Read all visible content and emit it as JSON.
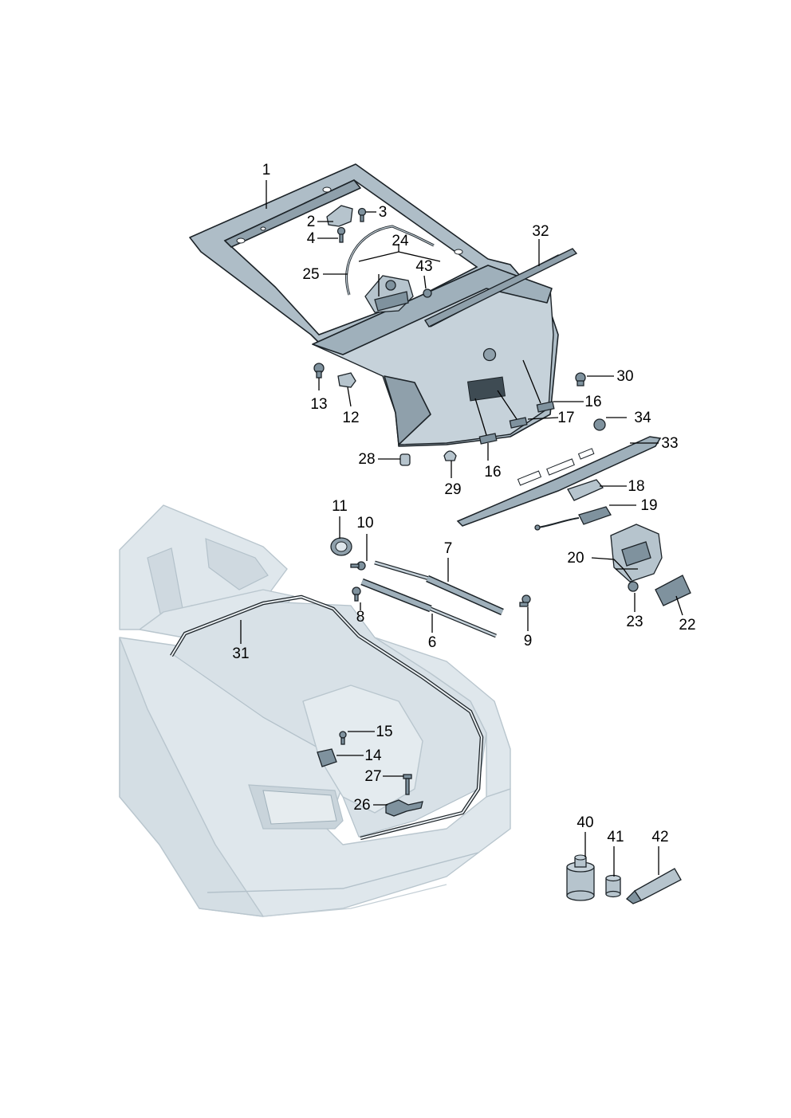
{
  "callouts": {
    "c1": "1",
    "c2": "2",
    "c3": "3",
    "c4": "4",
    "c6": "6",
    "c7": "7",
    "c8": "8",
    "c9": "9",
    "c10": "10",
    "c11": "11",
    "c12": "12",
    "c13": "13",
    "c14": "14",
    "c15": "15",
    "c16a": "16",
    "c16b": "16",
    "c17": "17",
    "c18": "18",
    "c19": "19",
    "c20": "20",
    "c22": "22",
    "c23": "23",
    "c24": "24",
    "c25": "25",
    "c26": "26",
    "c27": "27",
    "c28": "28",
    "c29": "29",
    "c30": "30",
    "c31": "31",
    "c32": "32",
    "c33": "33",
    "c34": "34",
    "c40": "40",
    "c41": "41",
    "c42": "42",
    "c43": "43"
  },
  "colors": {
    "panel": "#aebdc7",
    "panel_outline": "#1c2328",
    "ghost_body": "#dfe7ec",
    "background": "#ffffff"
  }
}
